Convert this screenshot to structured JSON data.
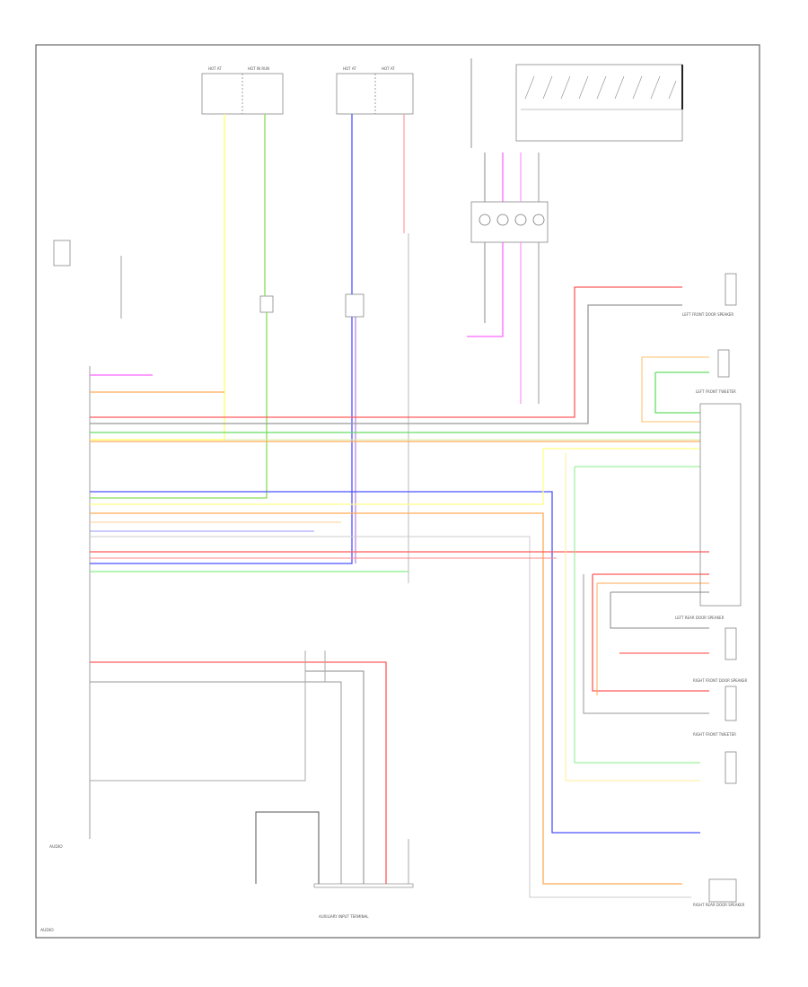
{
  "title": "AUDIO",
  "footer_code": "",
  "colors": {
    "red": "#ff5a5a",
    "blue": "#4a55ff",
    "green": "#66dd66",
    "yellow": "#ffff66",
    "orange": "#ffaa55",
    "pink": "#ff66ff",
    "gray": "#999999",
    "purple": "#aa66dd",
    "lightgreen": "#bbee99",
    "frame": "#666666"
  },
  "components": {
    "fuse_block_left": {
      "labels": [
        "HOT AT",
        "HOT IN RUN"
      ]
    },
    "fuse_block_center": {
      "labels": [
        "HOT AT",
        "HOT AT"
      ]
    },
    "audio_unit": {
      "label": "AUDIO"
    },
    "antenna_amp": {
      "label": ""
    },
    "aux_input": {
      "label": "AUXILIARY INPUT TERMINAL"
    },
    "left_front_speaker": {
      "label": "LEFT FRONT DOOR SPEAKER"
    },
    "left_front_tweeter": {
      "label": "LEFT FRONT TWEETER"
    },
    "left_rear_speaker": {
      "label": "LEFT REAR DOOR SPEAKER"
    },
    "right_front_speaker": {
      "label": "RIGHT FRONT DOOR SPEAKER"
    },
    "right_front_tweeter": {
      "label": "RIGHT FRONT TWEETER"
    },
    "right_rear_speaker": {
      "label": "RIGHT REAR DOOR SPEAKER"
    },
    "junction_connector": {
      "label": ""
    }
  }
}
